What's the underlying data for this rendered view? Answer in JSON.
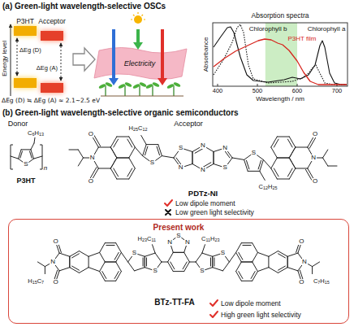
{
  "diagram": {
    "nodes": [
      {
        "text": [
          "Present work"
        ]
      }
    ],
    "labels": [
      "(a) Green-light wavelength-selective OSCs",
      "P3HT",
      "Acceptor",
      "Energy level",
      "ΔEg (D)",
      "ΔEg (A)",
      "ΔEg (D) ≒ ΔEg (A) ≈ 2.1~2.5 eV",
      "Electricity",
      "Absorption spectra",
      "Chlorophyll b",
      "P3HT film",
      "Chlorophyll a",
      "Absorbance",
      "400",
      "500",
      "600",
      "700",
      "Wavelength / nm",
      "(b) Green-light wavelength-selective organic semiconductors",
      "Donor",
      "Acceptor",
      "C6H13",
      "S",
      "n",
      "P3HT",
      "O",
      "N",
      "O",
      "H25C12",
      "S",
      "S",
      "N",
      "N",
      "N",
      "N",
      "S",
      "S",
      "C12H25",
      "O",
      "N",
      "O",
      "PDTz-NI",
      "Low dipole moment",
      "Low green light selectivity",
      "O",
      "N",
      "O",
      "H15C7",
      "S",
      "H23C11",
      "S",
      "N",
      "S",
      "N",
      "S",
      "C11H23",
      "S",
      "O",
      "N",
      "O",
      "C7H15",
      "BTz-TT-FA",
      "Low dipole moment",
      "High green light selectivity"
    ]
  }
}
